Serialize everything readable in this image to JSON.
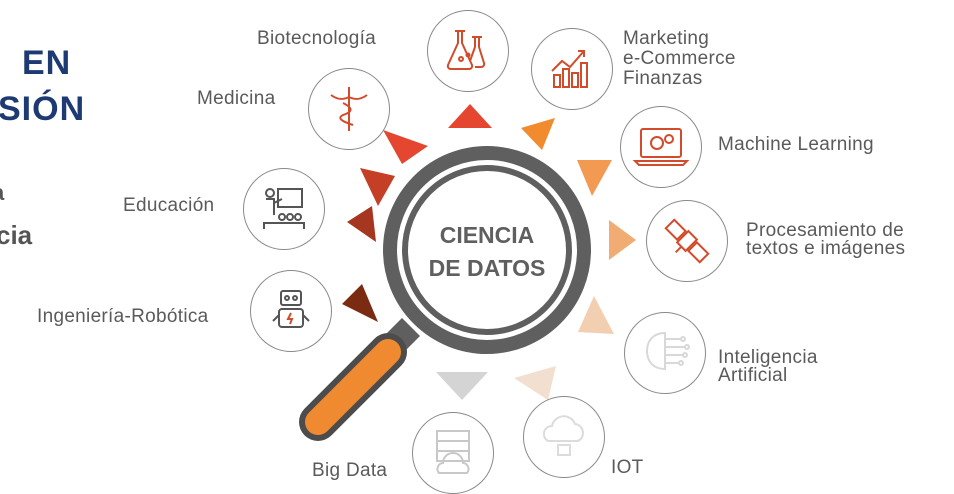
{
  "title": {
    "line1": "EN",
    "line2": "SIÓN"
  },
  "subtitle": {
    "line1": "a",
    "line2": "cia"
  },
  "center": {
    "line1": "CIENCIA",
    "line2": "DE DATOS"
  },
  "topics": {
    "biotecnologia": "Biotecnología",
    "marketing": [
      "Marketing",
      "e-Commerce",
      "Finanzas"
    ],
    "machine_learning": "Machine Learning",
    "procesamiento": [
      "Procesamiento de",
      "textos e imágenes"
    ],
    "inteligencia": [
      "Inteligencia",
      "Artificial"
    ],
    "iot": "IOT",
    "big_data": "Big Data",
    "ingenieria": "Ingeniería-Robótica",
    "educacion": "Educación",
    "medicina": "Medicina"
  },
  "colors": {
    "title": "#1d3a72",
    "red": "#e4462f",
    "orange": "#f28a2e",
    "light_orange": "#f1ac74",
    "peach": "#f3cfb1",
    "dark_red": "#a5361f",
    "brown": "#7a2b12",
    "gray_ring": "#5f5f5f",
    "handle": "#f08a30",
    "icon_line": "#d24b2a"
  },
  "icons": {
    "biotecnologia": "flask-icon",
    "marketing": "growth-chart-icon",
    "machine_learning": "laptop-gears-icon",
    "procesamiento": "satellite-icon",
    "inteligencia": "brain-circuit-icon",
    "iot": "cloud-device-icon",
    "big_data": "server-cloud-icon",
    "ingenieria": "robot-icon",
    "educacion": "teacher-board-icon",
    "medicina": "caduceus-icon",
    "center": "magnifying-glass-icon"
  }
}
